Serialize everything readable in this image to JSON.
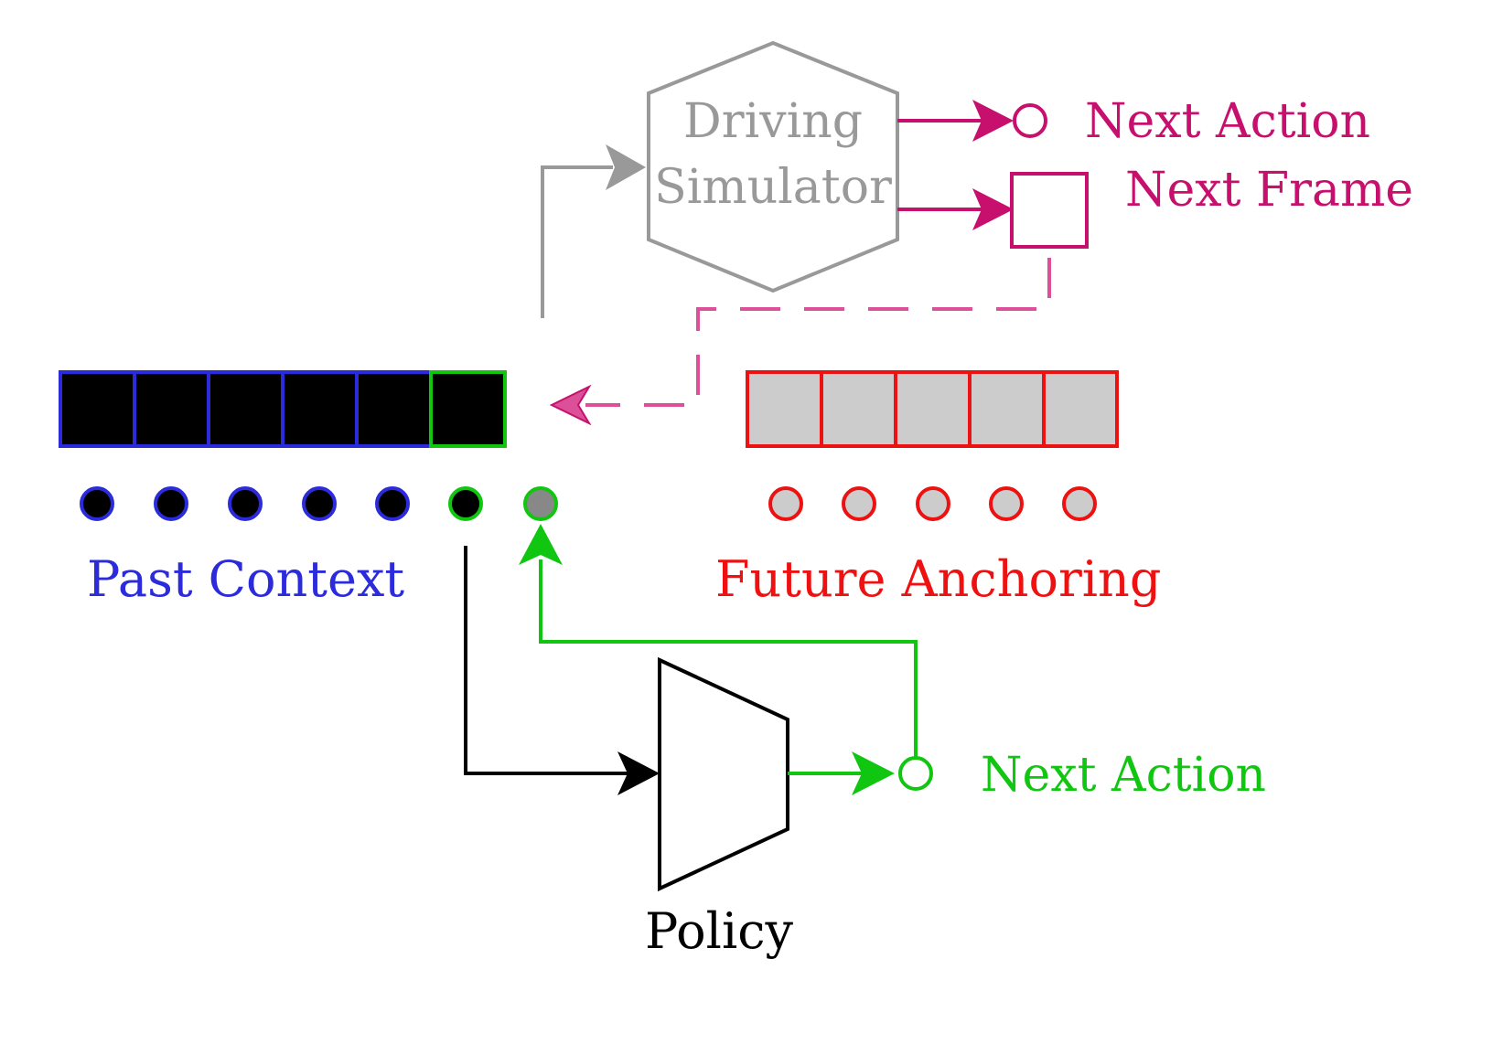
{
  "simulator": {
    "line1": "Driving",
    "line2": "Simulator"
  },
  "outputs": {
    "next_action": "Next Action",
    "next_frame": "Next Frame"
  },
  "labels": {
    "past_context": "Past Context",
    "future_anchoring": "Future Anchoring",
    "policy": "Policy",
    "policy_next_action": "Next Action"
  },
  "sequences": {
    "past_frames": 6,
    "past_actions": 7,
    "future_frames": 5,
    "future_actions": 5
  },
  "colors": {
    "blue": "#2b2bdc",
    "green": "#11c611",
    "red": "#ee1111",
    "magenta": "#c7106e",
    "magenta_dashed": "#dc4f99",
    "gray": "#999999",
    "black": "#000000",
    "fill_gray": "#cccccc",
    "dot_gray": "#888888"
  }
}
